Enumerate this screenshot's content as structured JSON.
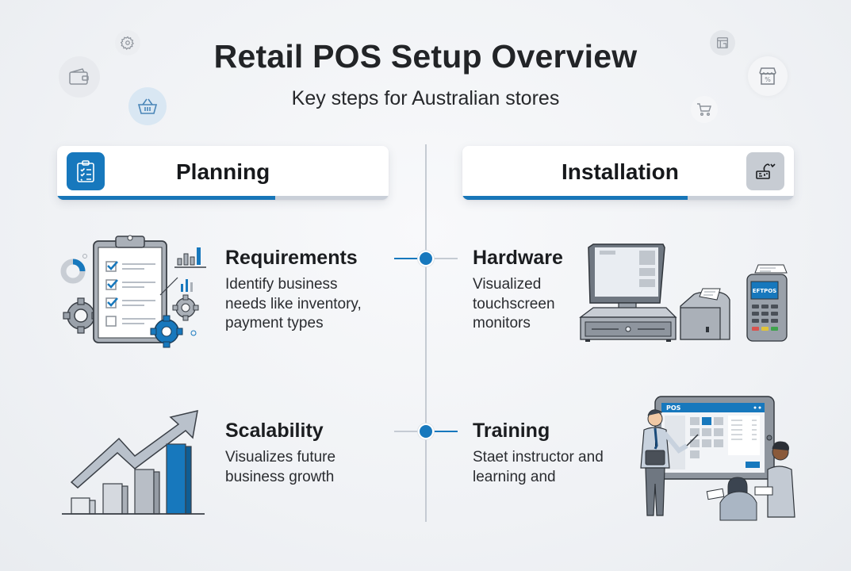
{
  "header": {
    "title": "Retail POS Setup Overview",
    "subtitle": "Key steps for Australian stores"
  },
  "decorative_icons": [
    {
      "name": "gear-icon",
      "position": "top-left"
    },
    {
      "name": "wallet-icon",
      "position": "top-left"
    },
    {
      "name": "basket-icon",
      "position": "top-left"
    },
    {
      "name": "storefront-icon",
      "position": "top-right"
    },
    {
      "name": "discount-shop-icon",
      "position": "top-right"
    },
    {
      "name": "cart-icon",
      "position": "top-right"
    }
  ],
  "sections": {
    "planning": {
      "label": "Planning",
      "icon": "clipboard-checklist-icon",
      "progress_percent": 65
    },
    "installation": {
      "label": "Installation",
      "icon": "card-terminal-icon",
      "progress_percent": 68
    }
  },
  "items": {
    "requirements": {
      "title": "Requirements",
      "description_lines": [
        "Identify business",
        "needs like inventory,",
        "payment types"
      ],
      "illustration": "clipboard-gears-illustration"
    },
    "scalability": {
      "title": "Scalability",
      "description_lines": [
        "Visualizes future",
        "business growth"
      ],
      "illustration": "growth-chart-illustration"
    },
    "hardware": {
      "title": "Hardware",
      "description_lines": [
        "Visualized",
        "touchscreen",
        "monitors"
      ],
      "illustration": "pos-hardware-illustration",
      "terminal_screen_text": "EFTPOS"
    },
    "training": {
      "title": "Training",
      "description_lines": [
        "Staet instructor and",
        "learning and"
      ],
      "illustration": "training-session-illustration",
      "screen_title": "POS"
    }
  },
  "colors": {
    "accent_blue": "#1778bd",
    "timeline_gray": "#c5cbd3",
    "background": "#f0f2f5",
    "text_dark": "#1b1d20"
  }
}
